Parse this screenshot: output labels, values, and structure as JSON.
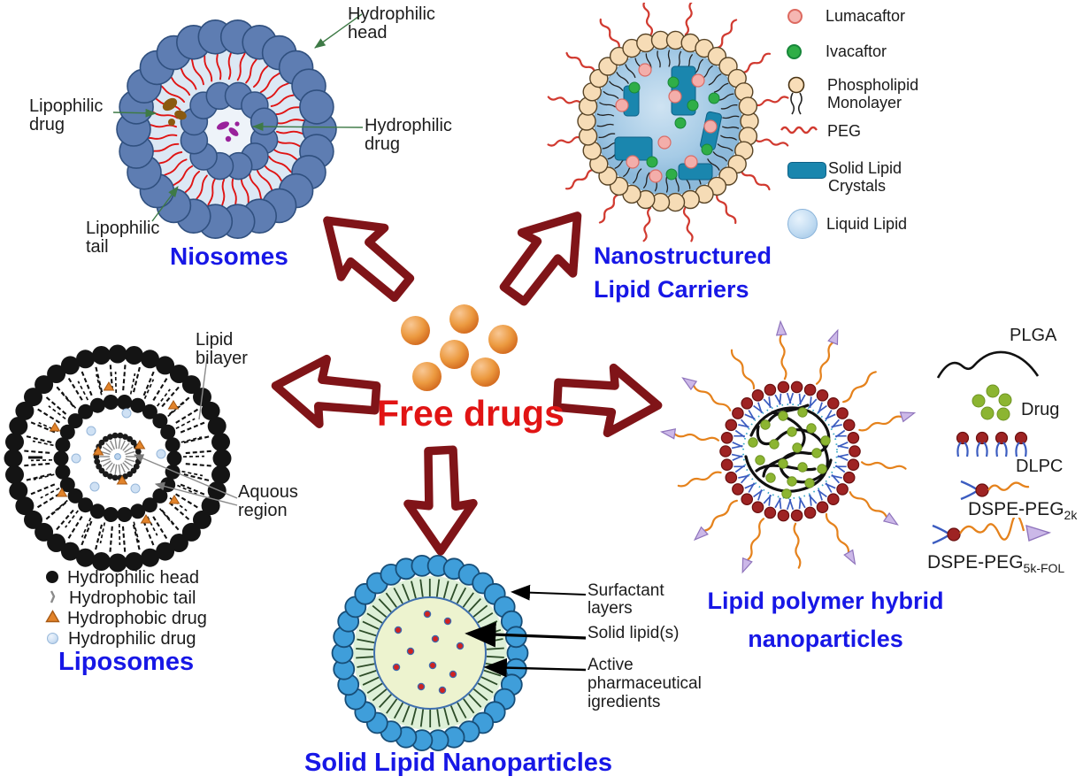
{
  "center": {
    "free_drugs": "Free drugs"
  },
  "colors": {
    "title_blue": "#1717e6",
    "free_drugs_red": "#e11414",
    "arrow_maroon": "#801418"
  },
  "niosomes": {
    "title": "Niosomes",
    "label_hydrophilic_head": "Hydrophilic\nhead",
    "label_lipophilic_drug": "Lipophilic\ndrug",
    "label_hydrophilic_drug": "Hydrophilic\ndrug",
    "label_lipophilic_tail": "Lipophilic\ntail"
  },
  "nanostructured_lipid_carriers": {
    "title": "Nanostructured\nLipid Carriers",
    "legend": [
      {
        "icon": "lumacaftor-dot",
        "label": "Lumacaftor"
      },
      {
        "icon": "ivacaftor-dot",
        "label": "Ivacaftor"
      },
      {
        "icon": "phospholipid-monolayer",
        "label": "Phospholipid\nMonolayer"
      },
      {
        "icon": "peg-squiggle",
        "label": "PEG"
      },
      {
        "icon": "solid-lipid-crystal",
        "label": "Solid Lipid\nCrystals"
      },
      {
        "icon": "liquid-lipid-sphere",
        "label": "Liquid Lipid"
      }
    ]
  },
  "liposomes": {
    "title": "Liposomes",
    "label_lipid_bilayer": "Lipid\nbilayer",
    "label_aquous_region": "Aquous\nregion",
    "legend": [
      {
        "icon": "hydrophilic-head-dot",
        "label": "Hydrophilic head"
      },
      {
        "icon": "hydrophobic-tail-mark",
        "label": "Hydrophobic tail"
      },
      {
        "icon": "hydrophobic-drug-triangle",
        "label": "Hydrophobic drug"
      },
      {
        "icon": "hydrophilic-drug-dot",
        "label": "Hydrophilic drug"
      }
    ]
  },
  "solid_lipid_nanoparticles": {
    "title": "Solid Lipid Nanoparticles",
    "label_surfactant": "Surfactant\nlayers",
    "label_solid_lipid": "Solid lipid(s)",
    "label_api": "Active\npharmaceutical\nigredients"
  },
  "lipid_polymer_hybrid": {
    "title": "Lipid polymer hybrid\nnanoparticles",
    "legend": [
      {
        "label": "PLGA",
        "sub": ""
      },
      {
        "label": "Drug",
        "sub": ""
      },
      {
        "label": "DLPC",
        "sub": ""
      },
      {
        "label": "DSPE-PEG",
        "sub": "2k"
      },
      {
        "label": "DSPE-PEG",
        "sub": "5k-FOL"
      }
    ]
  }
}
